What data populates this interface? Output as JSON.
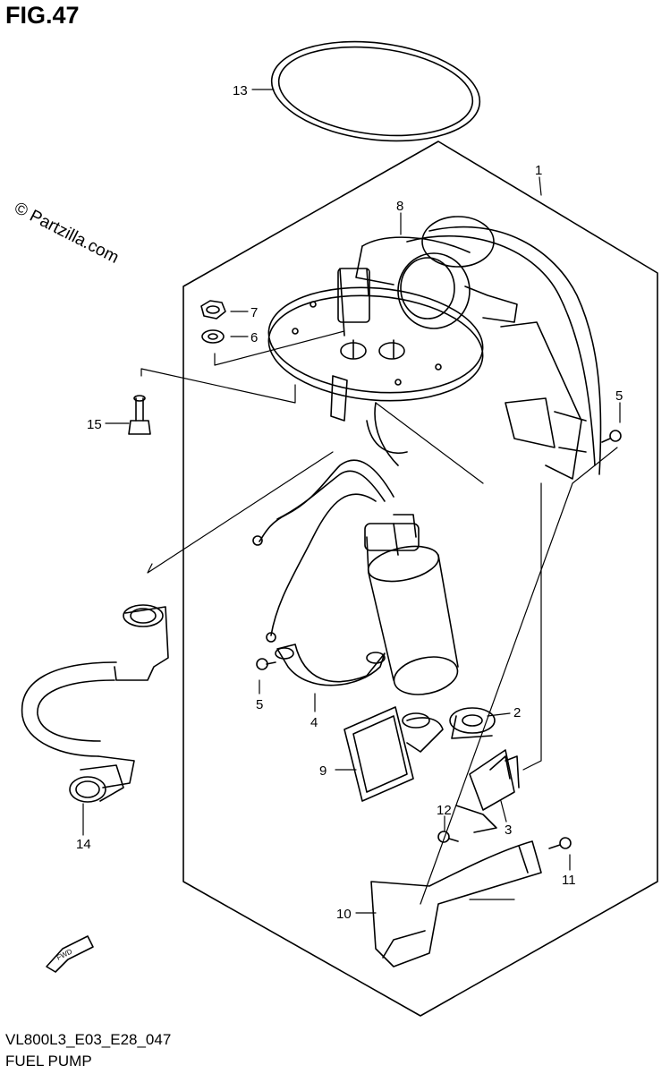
{
  "figure_title": "FIG.47",
  "watermark": "© Partzilla.com",
  "footer": {
    "code": "VL800L3_E03_E28_047",
    "name": "FUEL PUMP"
  },
  "callouts": {
    "c1": "1",
    "c2": "2",
    "c3": "3",
    "c4": "4",
    "c5a": "5",
    "c5b": "5",
    "c6": "6",
    "c7": "7",
    "c8": "8",
    "c9": "9",
    "c10": "10",
    "c11": "11",
    "c12": "12",
    "c13": "13",
    "c14": "14",
    "c15": "15"
  },
  "icons": {
    "fwd": "fwd-arrow-icon"
  },
  "fwd_label": "FWD"
}
